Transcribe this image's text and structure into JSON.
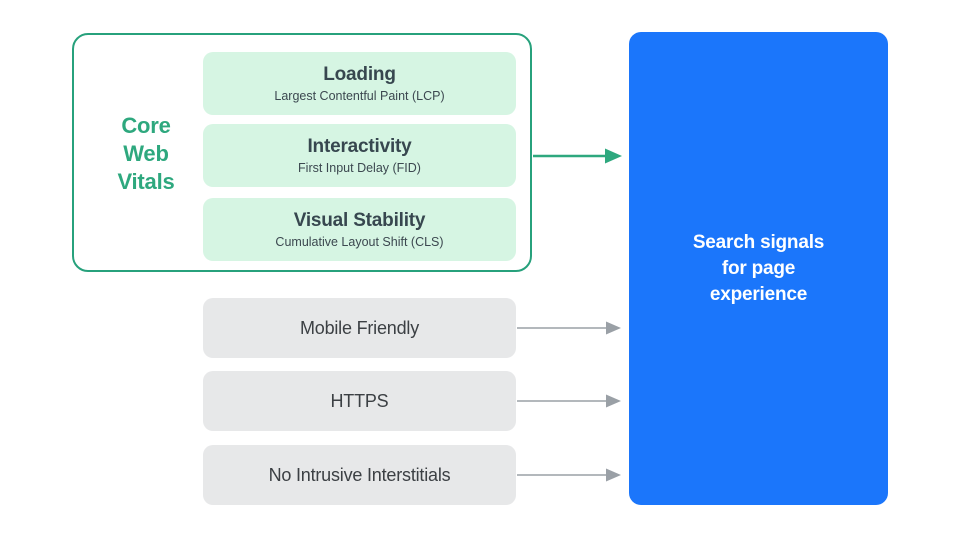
{
  "diagram": {
    "title": "Search signals for page experience",
    "colors": {
      "core_web_vitals_green": "#2EA87E",
      "container_border_green": "#27A17C",
      "mint_card": "#D6F5E3",
      "gray_box": "#E7E8E9",
      "blue_box": "#1B76FB",
      "gray_arrow": "#9AA0A6",
      "text_dark": "#37474F"
    }
  },
  "core_web_vitals": {
    "label_lines": [
      "Core",
      "Web",
      "Vitals"
    ],
    "label_text": "Core Web Vitals",
    "cards": [
      {
        "title": "Loading",
        "subtitle": "Largest Contentful Paint (LCP)"
      },
      {
        "title": "Interactivity",
        "subtitle": "First Input Delay (FID)"
      },
      {
        "title": "Visual Stability",
        "subtitle": "Cumulative Layout Shift (CLS)"
      }
    ]
  },
  "other_signals": [
    {
      "label": "Mobile Friendly"
    },
    {
      "label": "HTTPS"
    },
    {
      "label": "No Intrusive Interstitials"
    }
  ],
  "destination": {
    "lines": [
      "Search signals",
      "for page",
      "experience"
    ],
    "text": "Search signals for page experience"
  },
  "arrows": [
    {
      "name": "core-web-vitals-arrow",
      "color": "#2EA87E"
    },
    {
      "name": "mobile-friendly-arrow",
      "color": "#9AA0A6"
    },
    {
      "name": "https-arrow",
      "color": "#9AA0A6"
    },
    {
      "name": "no-intrusive-interstitials-arrow",
      "color": "#9AA0A6"
    }
  ]
}
